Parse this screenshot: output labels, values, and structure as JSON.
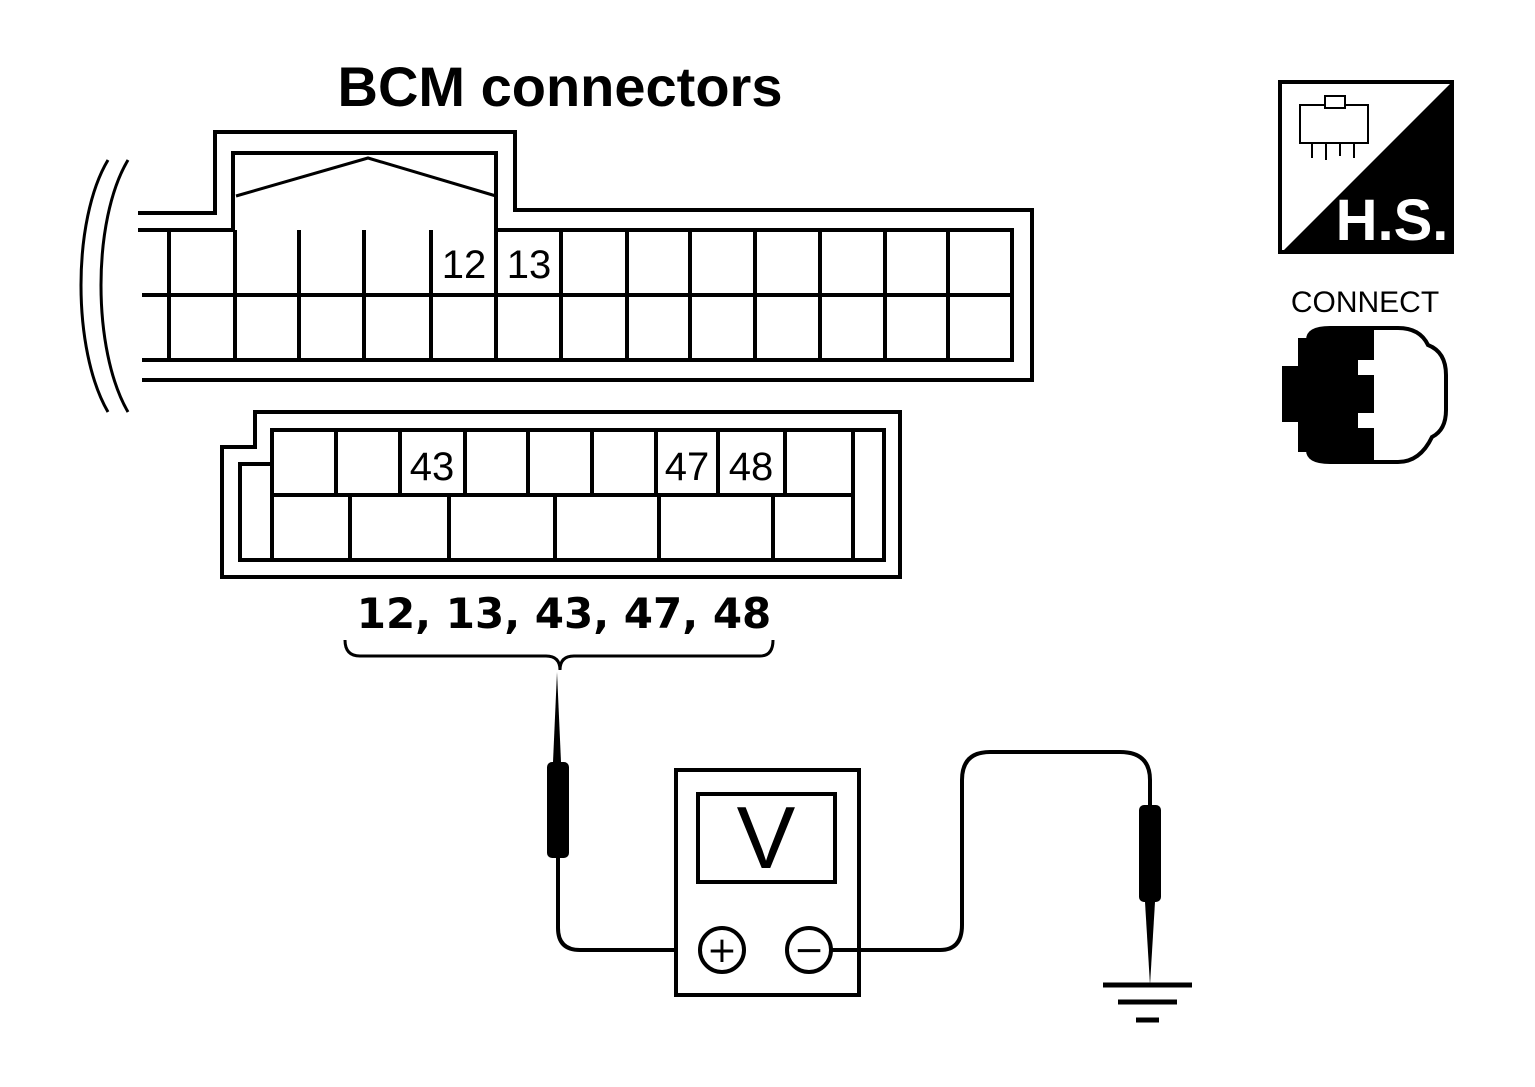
{
  "title": "BCM connectors",
  "connector_upper": {
    "pin_labels": [
      "12",
      "13"
    ]
  },
  "connector_lower": {
    "pin_labels": [
      "43",
      "47",
      "48"
    ]
  },
  "test_pins_label": "12, 13, 43, 47, 48",
  "meter": {
    "display": "V",
    "positive_symbol": "+",
    "negative_symbol": "−"
  },
  "badges": {
    "harness_side": "H.S.",
    "connect": "CONNECT"
  },
  "icons": [
    "harness-connector-icon",
    "connector-connect-icon",
    "ground-icon",
    "probe-icon",
    "voltmeter-icon"
  ]
}
